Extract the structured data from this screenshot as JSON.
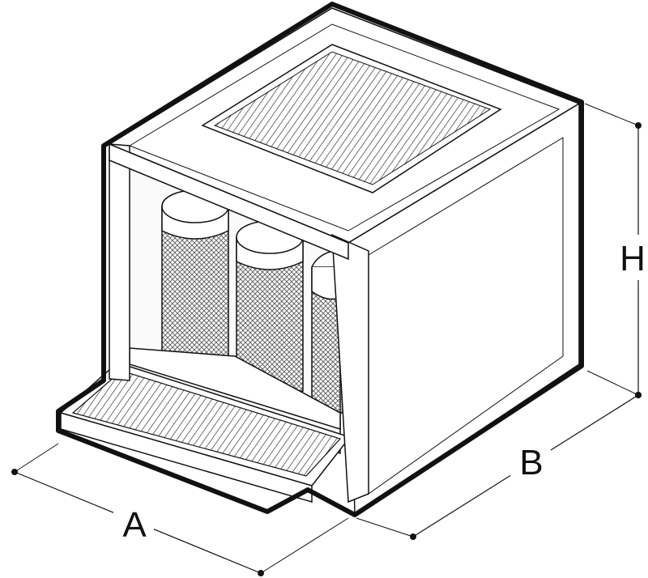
{
  "diagram": {
    "labels": {
      "width": "A",
      "depth": "B",
      "height": "H"
    },
    "colors": {
      "line": "#111111",
      "fill": "#ffffff",
      "hatch": "#444444"
    },
    "filter_cartridges": 3
  }
}
